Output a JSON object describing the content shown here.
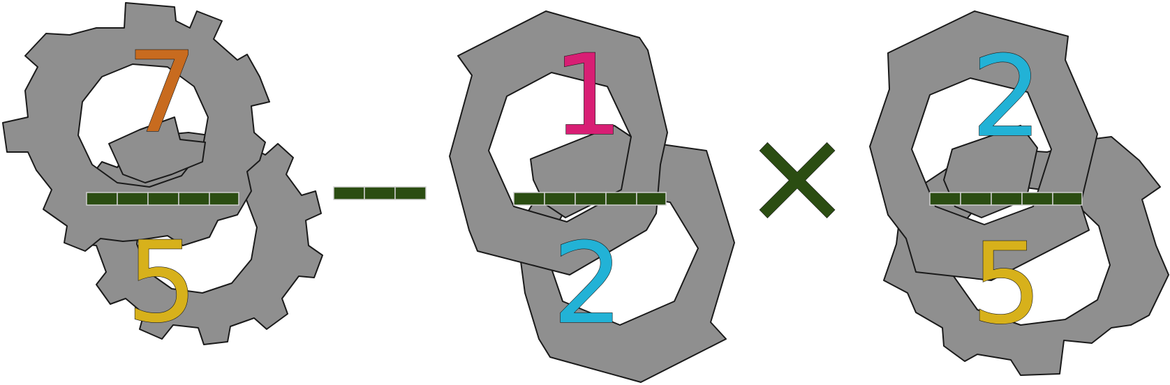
{
  "colors": {
    "shape_fill": "#8f8f8f",
    "shape_outline": "#1a1a1a",
    "bar_fill": "#2b4d12",
    "operator_fill": "#2b4d12",
    "digit_seven": "#c86b1f",
    "digit_one": "#d81e74",
    "digit_two": "#22b2d6",
    "digit_five": "#d7b11b"
  },
  "expression": {
    "term1": {
      "numerator": "7",
      "denominator": "5",
      "numerator_color": "#c86b1f",
      "denominator_color": "#d7b11b"
    },
    "operator1": {
      "symbol": "minus",
      "color": "#2b4d12"
    },
    "term2": {
      "numerator": "1",
      "denominator": "2",
      "numerator_color": "#d81e74",
      "denominator_color": "#22b2d6"
    },
    "operator2": {
      "symbol": "×",
      "color": "#2b4d12"
    },
    "term3": {
      "numerator": "2",
      "denominator": "5",
      "numerator_color": "#22b2d6",
      "denominator_color": "#d7b11b"
    }
  },
  "background": {
    "term1": "gear-pair",
    "term2": "heptagon-ring-pair",
    "term3": "heptagon-ring-and-gear"
  }
}
